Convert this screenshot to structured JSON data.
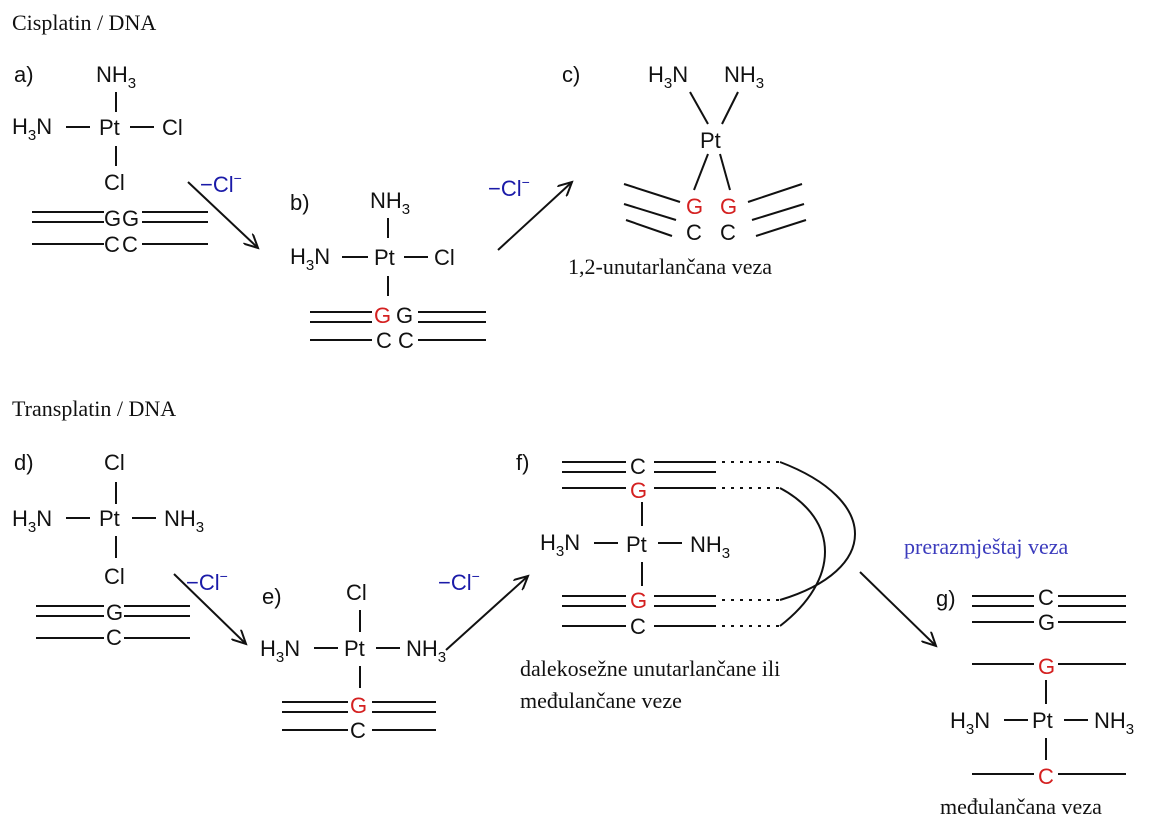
{
  "colors": {
    "text": "#111111",
    "guanine_bound": "#d42020",
    "cytosine_bound": "#d42020",
    "ion_label": "#1a1aa8",
    "rearrangement_label": "#3b3bbd"
  },
  "sections": {
    "cisplatin_title": "Cisplatin / DNA",
    "transplatin_title": "Transplatin / DNA"
  },
  "labels": {
    "a": "a)",
    "b": "b)",
    "c": "c)",
    "d": "d)",
    "e": "e)",
    "f": "f)",
    "g": "g)"
  },
  "atoms": {
    "pt": "Pt",
    "nh": "NH",
    "hn_h": "H",
    "hn_n": "N",
    "sub3": "3",
    "cl": "Cl",
    "g": "G",
    "c": "C"
  },
  "reagents": {
    "minus": "−",
    "cl": "Cl",
    "sup": "−"
  },
  "captions": {
    "cis_bond": "1,2-unutarlančana veza",
    "long_range_line1": "dalekosežne unutarlančane ili",
    "long_range_line2": "međulančane veze",
    "rearrangement": "prerazmještaj veza",
    "interstrand": "međulančana veza"
  }
}
